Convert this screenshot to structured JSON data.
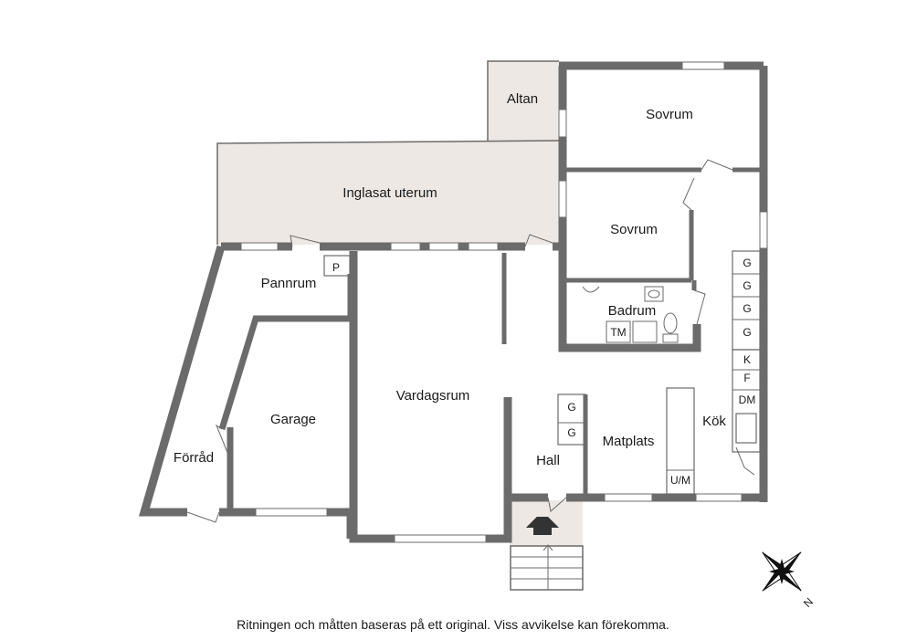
{
  "rooms": {
    "altan": "Altan",
    "sovrum_1": "Sovrum",
    "sovrum_2": "Sovrum",
    "inglasat_uterum": "Inglasat uterum",
    "pannrum": "Pannrum",
    "badrum": "Badrum",
    "vardagsrum": "Vardagsrum",
    "garage": "Garage",
    "forrad": "Förråd",
    "hall": "Hall",
    "matplats": "Matplats",
    "kok": "Kök"
  },
  "appliances": {
    "p": "P",
    "tm": "TM",
    "g": "G",
    "k": "K",
    "f": "F",
    "dm": "DM",
    "um": "U/M"
  },
  "compass": {
    "north_letter": "N"
  },
  "disclaimer": "Ritningen och måtten baseras på ett original. Viss avvikelse kan förekomma.",
  "colors": {
    "wall": "#6b6b6b",
    "floor_outdoor": "#ede8e4",
    "floor": "#ffffff"
  }
}
